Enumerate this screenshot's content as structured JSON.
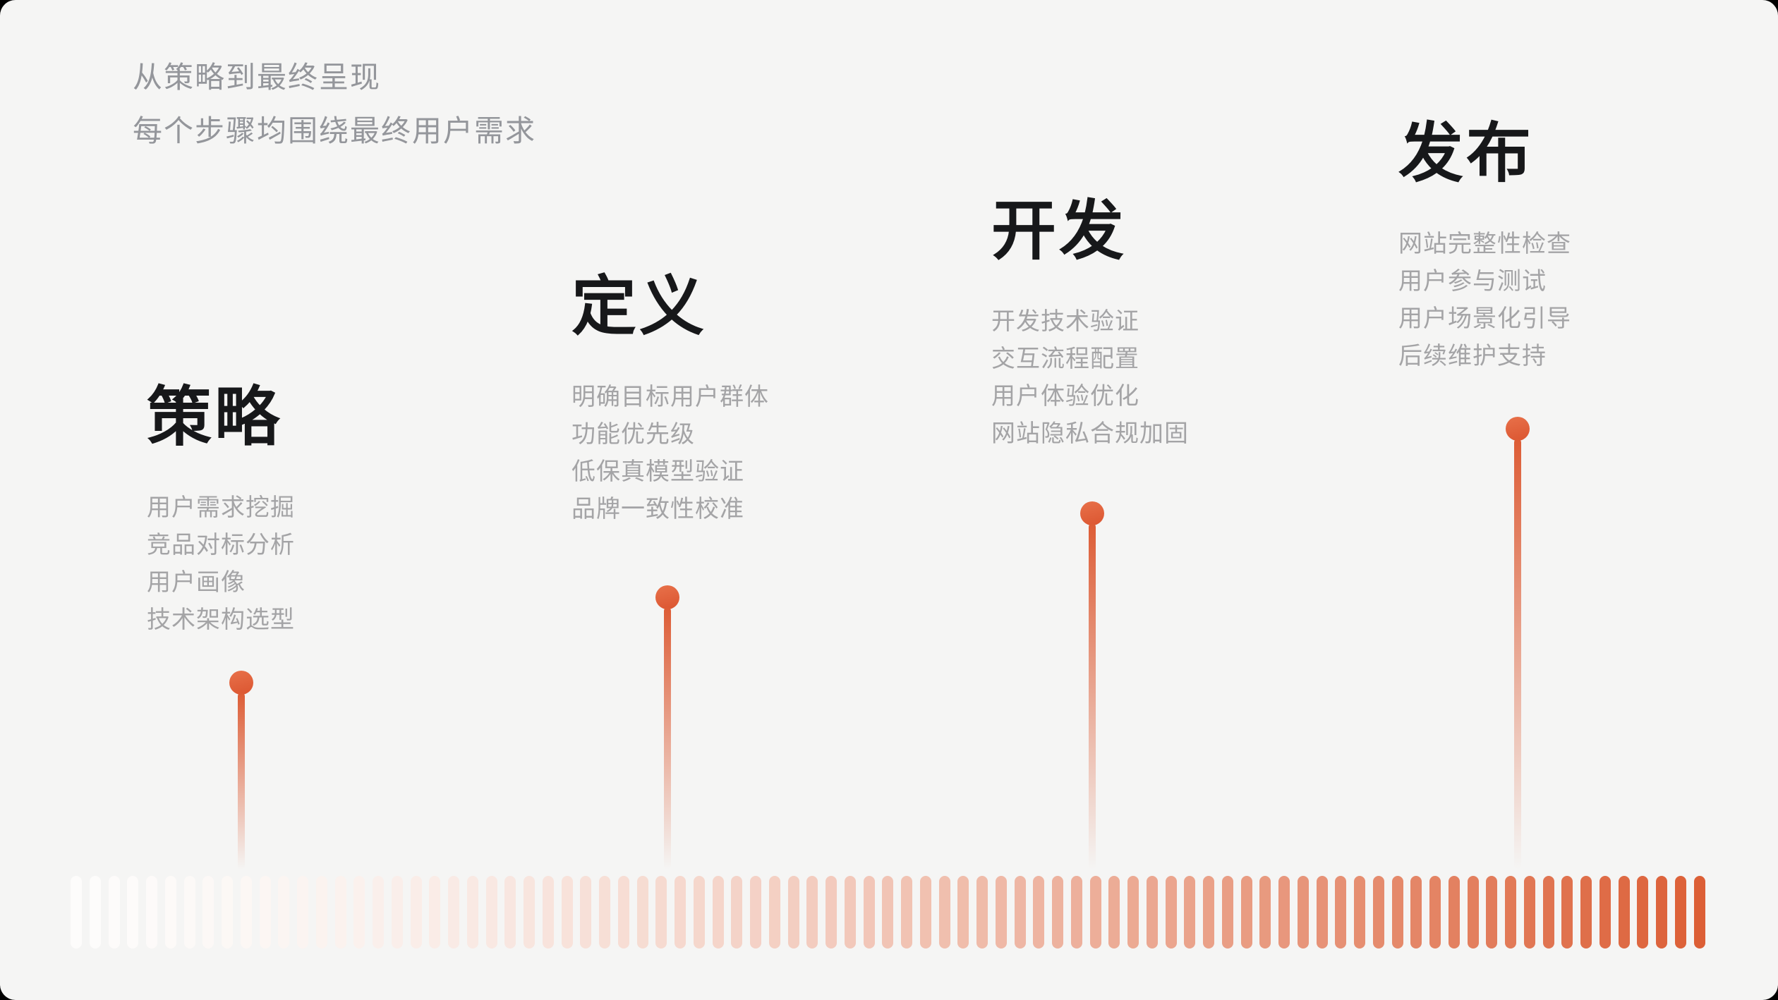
{
  "header": {
    "subtitle_line1": "从策略到最终呈现",
    "subtitle_line2": "每个步骤均围绕最终用户需求"
  },
  "steps": [
    {
      "title": "策略",
      "items": [
        "用户需求挖掘",
        "竞品对标分析",
        "用户画像",
        "技术架构选型"
      ]
    },
    {
      "title": "定义",
      "items": [
        "明确目标用户群体",
        "功能优先级",
        "低保真模型验证",
        "品牌一致性校准"
      ]
    },
    {
      "title": "开发",
      "items": [
        "开发技术验证",
        "交互流程配置",
        "用户体验优化",
        "网站隐私合规加固"
      ]
    },
    {
      "title": "发布",
      "items": [
        "网站完整性检查",
        "用户参与测试",
        "用户场景化引导",
        "后续维护支持"
      ]
    }
  ],
  "timeline": {
    "bar_count": 87,
    "bar_start_color": "#fdfcfb",
    "bar_end_color": "#dc5f36"
  },
  "colors": {
    "background": "#f5f5f4",
    "accent": "#df5e38",
    "heading_text": "#17181a",
    "item_text": "#a4a4a6",
    "subtitle_text": "#94969b"
  }
}
